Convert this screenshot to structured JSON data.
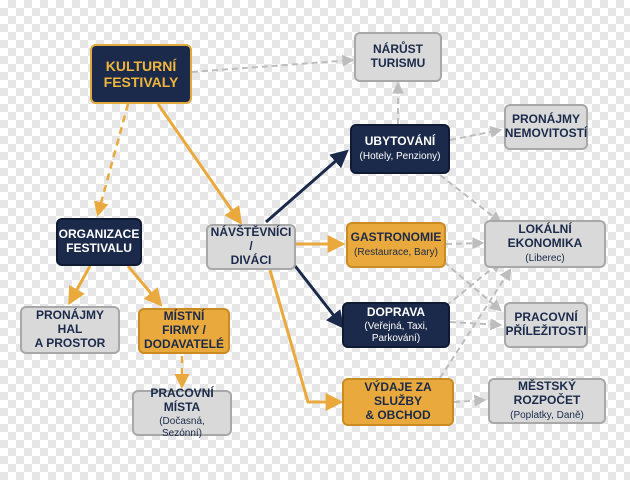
{
  "nodes": {
    "kulturni_festivaly": {
      "title": "KULTURNÍ\nFESTIVALY"
    },
    "narust_turismu": {
      "title": "NÁRŮST\nTURISMU"
    },
    "organizace_festivalu": {
      "title": "ORGANIZACE\nFESTIVALU"
    },
    "navstevnici": {
      "title": "NÁVŠTĚVNÍCI /\nDIVÁCI"
    },
    "ubytovani": {
      "title": "UBYTOVÁNÍ",
      "sub": "(Hotely, Penziony)"
    },
    "gastronomie": {
      "title": "GASTRONOMIE",
      "sub": "(Restaurace, Bary)"
    },
    "doprava": {
      "title": "DOPRAVA",
      "sub": "(Veřejná, Taxi, Parkování)"
    },
    "vydaje_sluzby": {
      "title": "VÝDAJE ZA SLUŽBY\n& OBCHOD"
    },
    "pronajmy_hal": {
      "title": "PRONÁJMY HAL\nA PROSTOR"
    },
    "mistni_firmy": {
      "title": "MÍSTNÍ FIRMY /\nDODAVATELÉ"
    },
    "pracovni_mista": {
      "title": "PRACOVNÍ MÍSTA",
      "sub": "(Dočasná, Sezónní)"
    },
    "pronajmy_nemovitosti": {
      "title": "PRONÁJMY\nNEMOVITOSTÍ"
    },
    "lokalni_ekonomika": {
      "title": "LOKÁLNÍ EKONOMIKA",
      "sub": "(Liberec)"
    },
    "pracovni_prilezitosti": {
      "title": "PRACOVNÍ\nPŘÍLEŽITOSTI"
    },
    "mestsky_rozpocet": {
      "title": "MĚSTSKÝ ROZPOČET",
      "sub": "(Poplatky, Daně)"
    }
  },
  "colors": {
    "navy": "#1b2a4a",
    "gold": "#e9a93c",
    "gray": "#d9d9d9",
    "dashed_gray": "#bdbdbd"
  }
}
